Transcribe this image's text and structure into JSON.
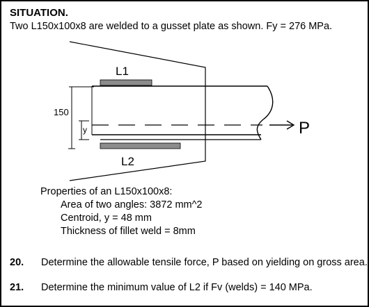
{
  "heading": "SITUATION.",
  "intro": "Two L150x100x8 are welded to a gusset plate as shown. Fy = 276 MPa.",
  "figure": {
    "label_l1": "L1",
    "label_l2": "L2",
    "label_150": "150",
    "label_y": "y",
    "label_p": "P",
    "weld_color": "#8c8c8c"
  },
  "properties": {
    "title": "Properties of an L150x100x8:",
    "items": [
      "Area of two angles: 3872 mm^2",
      "Centroid, y = 48 mm",
      "Thickness of fillet weld = 8mm"
    ]
  },
  "questions": [
    {
      "number": "20.",
      "text": "Determine the allowable tensile force, P based on yielding on gross area."
    },
    {
      "number": "21.",
      "text": "Determine the minimum value of L2 if Fv (welds) = 140 MPa."
    }
  ]
}
